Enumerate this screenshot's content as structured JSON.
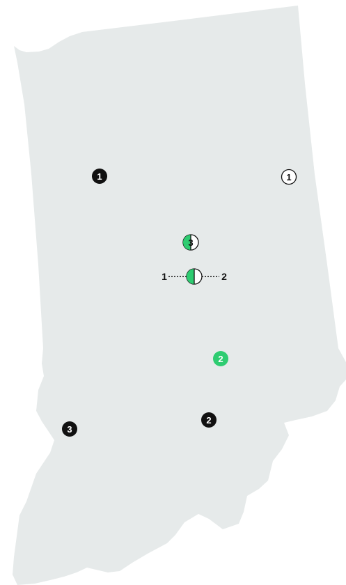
{
  "colors": {
    "land": "#e6eaea",
    "accent": "#2ecc71",
    "ink": "#111111",
    "paper": "#ffffff"
  },
  "markers": [
    {
      "id": "marker-solid-1",
      "label": "1",
      "style": "solid-black"
    },
    {
      "id": "marker-outline-1",
      "label": "1",
      "style": "outline"
    },
    {
      "id": "marker-half-3",
      "label": "3",
      "style": "half-green-outline"
    },
    {
      "id": "marker-green-2",
      "label": "2",
      "style": "solid-green"
    },
    {
      "id": "marker-solid-2",
      "label": "2",
      "style": "solid-black"
    },
    {
      "id": "marker-solid-3",
      "label": "3",
      "style": "solid-black"
    }
  ],
  "range": {
    "left_label": "1",
    "right_label": "2",
    "style": "half-green-outline"
  }
}
